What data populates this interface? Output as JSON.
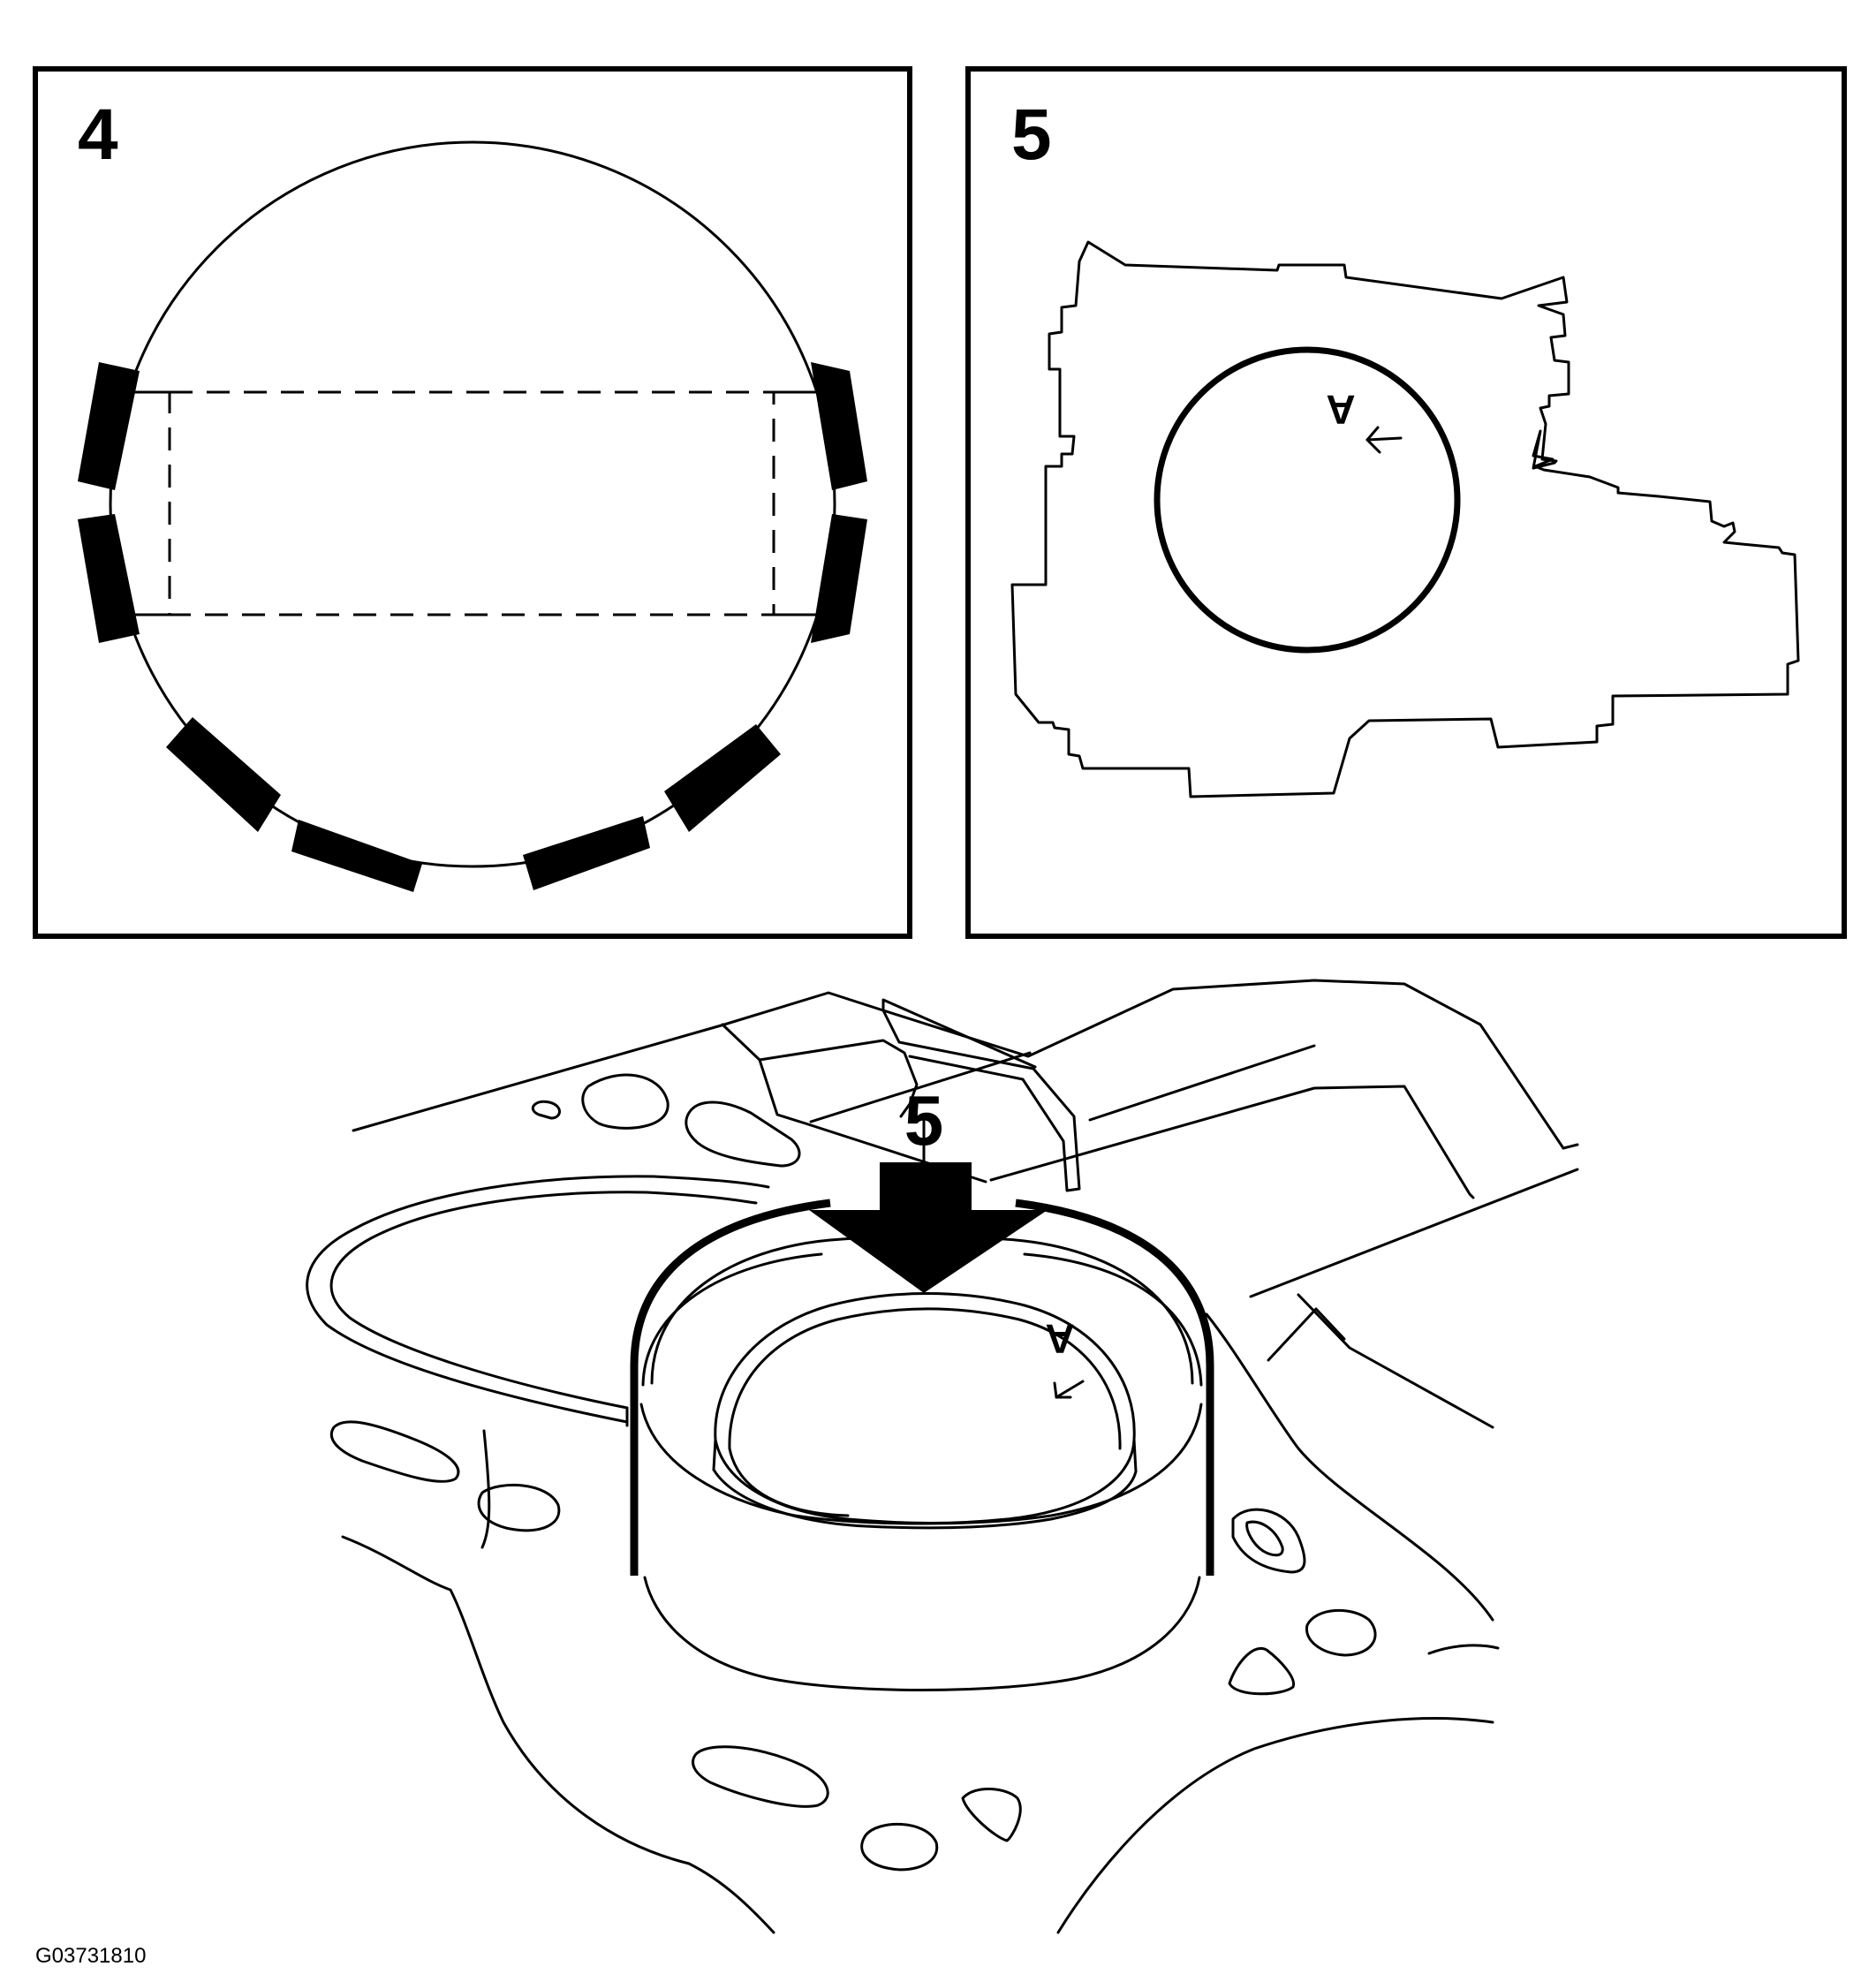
{
  "panels": [
    {
      "id": "4",
      "label": "4"
    },
    {
      "id": "5",
      "label": "5"
    }
  ],
  "main_view": {
    "callout_label": "5",
    "mark_letter": "A"
  },
  "detail_5": {
    "mark_letter": "A"
  },
  "figure_code": "G03731810",
  "colors": {
    "line": "#000000",
    "background": "#ffffff"
  }
}
